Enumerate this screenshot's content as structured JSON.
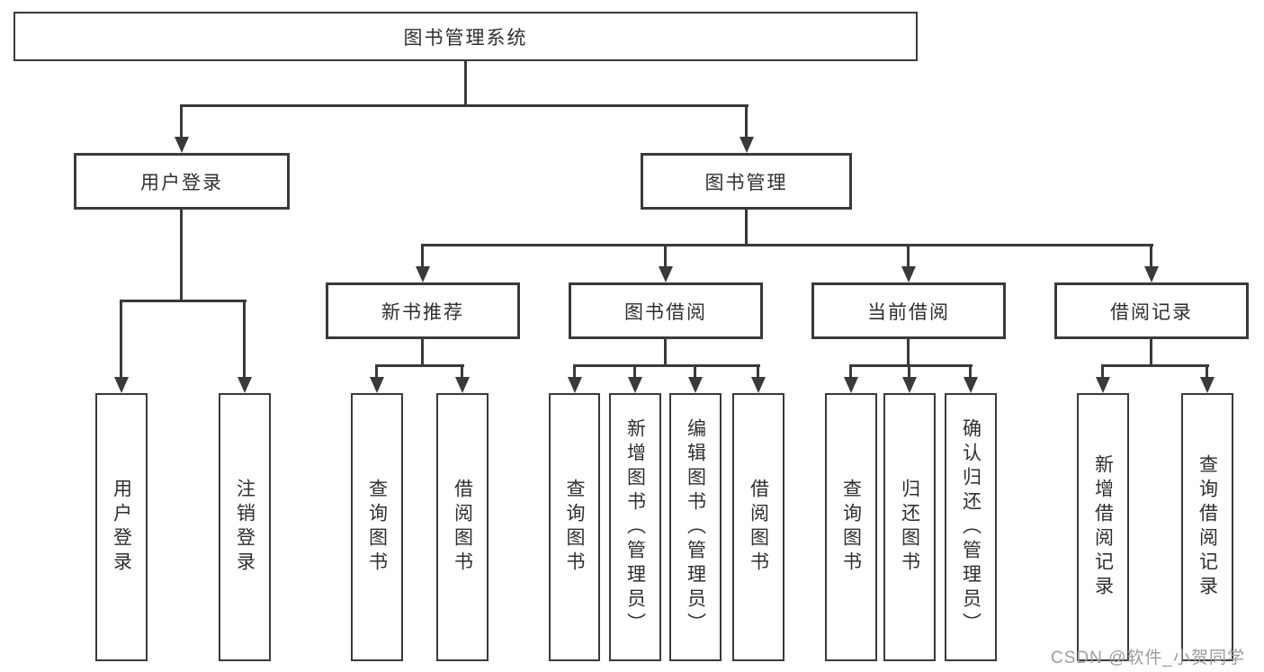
{
  "root": {
    "label": "图书管理系统"
  },
  "branches": {
    "user_login": {
      "label": "用户登录"
    },
    "book_mgmt": {
      "label": "图书管理"
    }
  },
  "modules": {
    "new_book": {
      "label": "新书推荐"
    },
    "book_borrow": {
      "label": "图书借阅"
    },
    "current_borrow": {
      "label": "当前借阅"
    },
    "borrow_record": {
      "label": "借阅记录"
    }
  },
  "functions": {
    "user_login": {
      "label": "用户登录"
    },
    "logout": {
      "label": "注销登录"
    },
    "nb_query_book": {
      "label": "查询图书"
    },
    "nb_borrow_book": {
      "label": "借阅图书"
    },
    "bb_query_book": {
      "label": "查询图书"
    },
    "bb_add_book_admin": {
      "label": "新增图书（管理员）"
    },
    "bb_edit_book_admin": {
      "label": "编辑图书（管理员）"
    },
    "bb_borrow_book": {
      "label": "借阅图书"
    },
    "cb_query_book": {
      "label": "查询图书"
    },
    "cb_return_book": {
      "label": "归还图书"
    },
    "cb_confirm_return_admin": {
      "label": "确认归还（管理员）"
    },
    "br_add_record": {
      "label": "新增借阅记录"
    },
    "br_query_record": {
      "label": "查询借阅记录"
    }
  },
  "watermark": {
    "text": "CSDN @软件_小贺同学"
  },
  "colors": {
    "line": "#3a3a3a",
    "text": "#2f2f2f",
    "watermark": "#9c9c9c",
    "background": "#ffffff"
  }
}
